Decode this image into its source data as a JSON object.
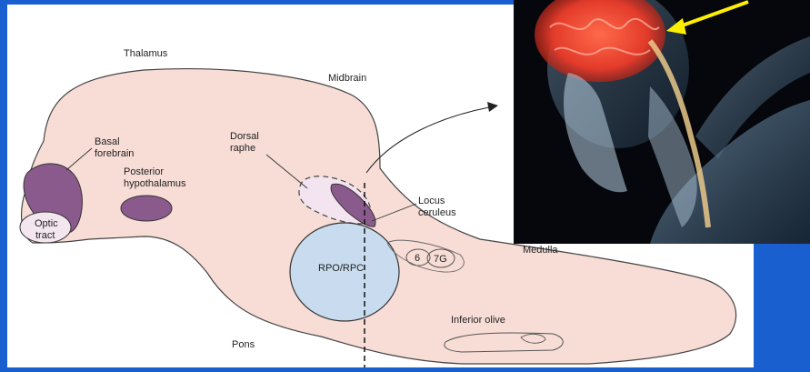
{
  "diagram": {
    "labels": {
      "thalamus": "Thalamus",
      "midbrain": "Midbrain",
      "basal_forebrain_1": "Basal",
      "basal_forebrain_2": "forebrain",
      "posterior_hypothalamus_1": "Posterior",
      "posterior_hypothalamus_2": "hypothalamus",
      "optic_tract_1": "Optic",
      "optic_tract_2": "tract",
      "dorsal_raphe_1": "Dorsal",
      "dorsal_raphe_2": "raphe",
      "locus_ceruleus_1": "Locus",
      "locus_ceruleus_2": "ceruleus",
      "rpo_rpc": "RPO/RPC",
      "nucleus_6": "6",
      "nucleus_7g": "7G",
      "medulla": "Medulla",
      "inferior_olive": "Inferior olive",
      "pons": "Pons"
    },
    "colors": {
      "brainstem_fill": "#f7ddd6",
      "nucleus_purple": "#8a5a8c",
      "rpo_blue": "#c9dcef",
      "slide_blue": "#1a5fd0",
      "arrow_yellow": "#ffee00"
    }
  },
  "photo": {
    "subject": "head-in-hands-brain-illustration"
  }
}
